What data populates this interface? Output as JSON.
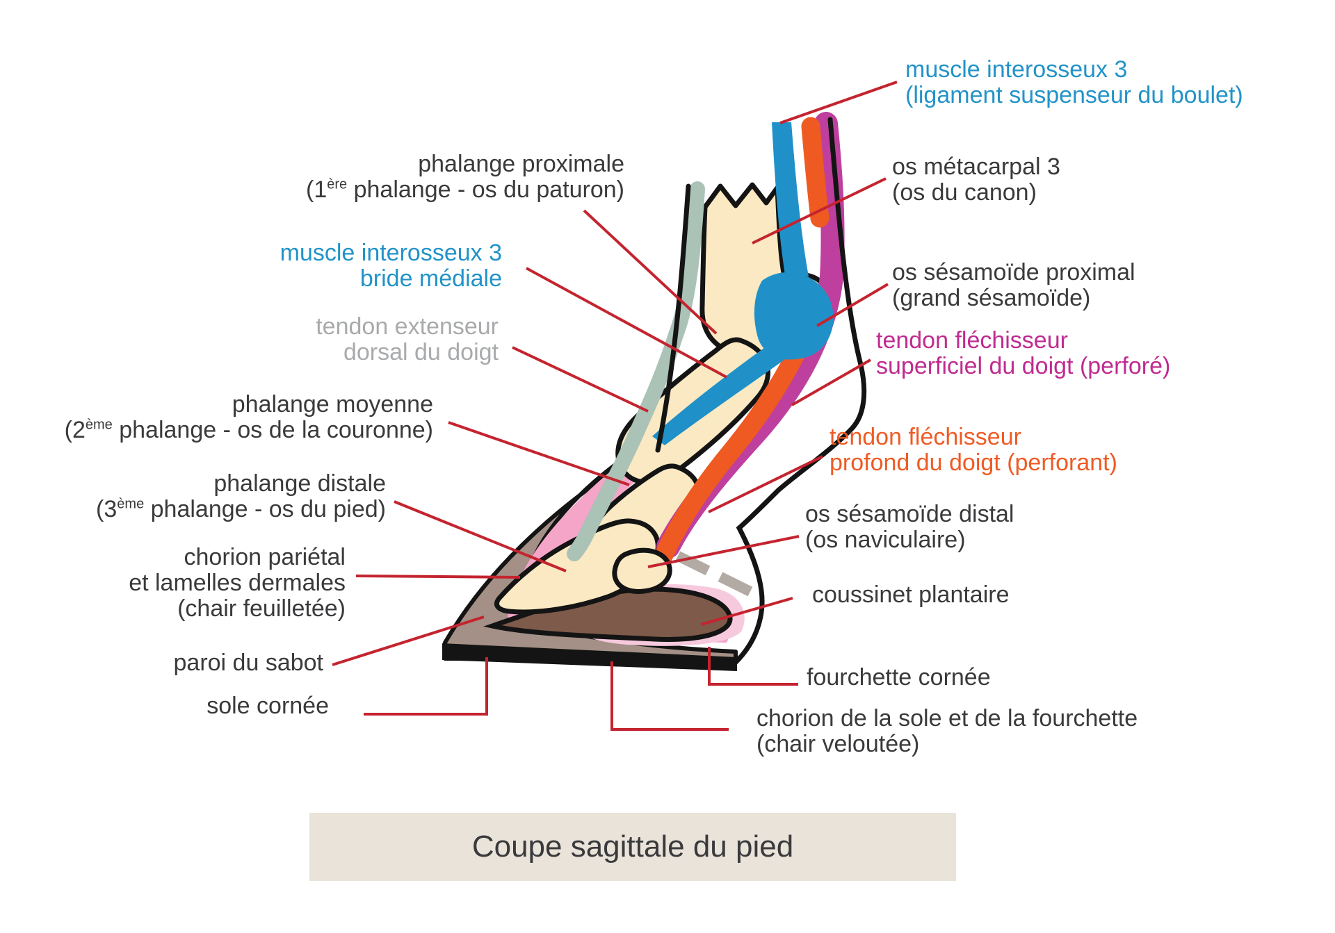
{
  "title": {
    "text": "Coupe sagittale du pied"
  },
  "labels_left": {
    "phalange_proximale": {
      "line1": "phalange proximale",
      "line2_pre": "(1",
      "line2_sup": "ère",
      "line2_post": " phalange - os du paturon)"
    },
    "muscle_interosseux_bride": {
      "line1": "muscle interosseux 3",
      "line2": "bride médiale"
    },
    "tendon_extenseur": {
      "line1": "tendon extenseur",
      "line2": "dorsal du doigt"
    },
    "phalange_moyenne": {
      "line1": "phalange moyenne",
      "line2_pre": "(2",
      "line2_sup": "ème",
      "line2_post": " phalange - os de la couronne)"
    },
    "phalange_distale": {
      "line1": "phalange distale",
      "line2_pre": "(3",
      "line2_sup": "ème",
      "line2_post": " phalange - os du pied)"
    },
    "chorion_parietal": {
      "line1": "chorion pariétal",
      "line2": "et lamelles dermales",
      "line3": "(chair feuilletée)"
    },
    "paroi_du_sabot": {
      "line1": "paroi du sabot"
    },
    "sole_cornee": {
      "line1": "sole cornée"
    }
  },
  "labels_right": {
    "muscle_interosseux_3": {
      "line1": "muscle interosseux 3",
      "line2": "(ligament suspenseur du boulet)"
    },
    "os_metacarpal_3": {
      "line1": "os métacarpal 3",
      "line2": "(os du canon)"
    },
    "os_sesamoide_proximal": {
      "line1": "os sésamoïde proximal",
      "line2": "(grand sésamoïde)"
    },
    "tendon_flechisseur_superficiel": {
      "line1": "tendon fléchisseur",
      "line2": "superficiel du doigt (perforé)"
    },
    "tendon_flechisseur_profond": {
      "line1": "tendon fléchisseur",
      "line2": "profond du doigt (perforant)"
    },
    "os_sesamoide_distal": {
      "line1": "os sésamoïde distal",
      "line2": "(os naviculaire)"
    },
    "coussinet_plantaire": {
      "line1": "coussinet plantaire"
    },
    "fourchette_cornee": {
      "line1": "fourchette cornée"
    },
    "chorion_sole": {
      "line1": "chorion de la sole et de la fourchette",
      "line2": "(chair veloutée)"
    }
  },
  "colors": {
    "label_dark": "#3A3A3C",
    "label_blue": "#2293C8",
    "label_gray": "#A8AAAC",
    "label_magenta": "#C02B90",
    "label_orange": "#EF5B25",
    "leader_red": "#C4242F",
    "bone_fill": "#FAE9C2",
    "band_blue": "#2090C8",
    "band_orange": "#EE5A22",
    "band_magenta": "#BE3F9D",
    "band_sage": "#ABC2B6",
    "hoof_wall_taupe": "#A49086",
    "chorion_pink": "#F4A5C8",
    "cushion_pale_pink": "#F7C9DD",
    "cushion_brown": "#7D5A49",
    "ligament_gray": "#B3AAA4",
    "title_bg": "#E9E3DA",
    "outline_black": "#141414"
  }
}
